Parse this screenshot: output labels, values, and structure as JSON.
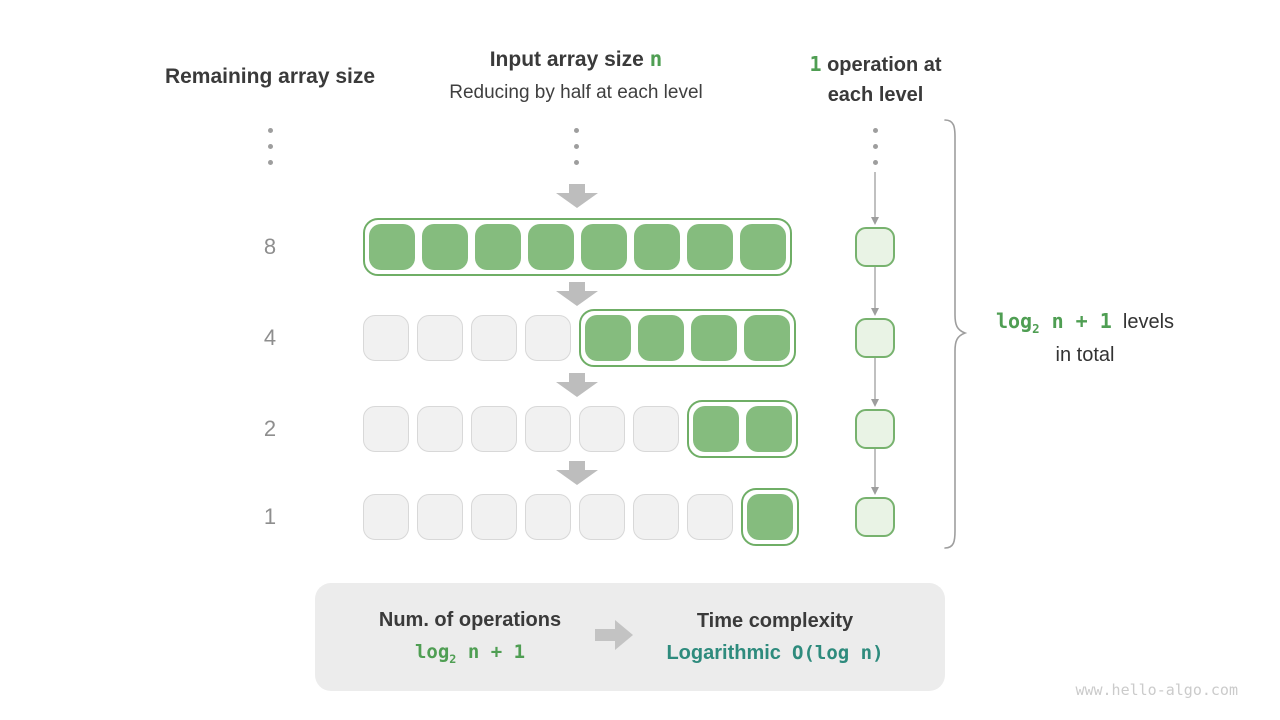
{
  "headers": {
    "left": "Remaining array size",
    "center_main": "Input array size",
    "center_accent": "n",
    "center_sub": "Reducing by half at each level",
    "right_accent": "1",
    "right_line1": "operation at",
    "right_line2": "each level"
  },
  "diagram": {
    "rows": [
      {
        "remaining": "8",
        "cells": 8,
        "green": 8
      },
      {
        "remaining": "4",
        "cells": 8,
        "green": 4
      },
      {
        "remaining": "2",
        "cells": 8,
        "green": 2
      },
      {
        "remaining": "1",
        "cells": 8,
        "green": 1
      }
    ],
    "levels": {
      "formula_fn": "log",
      "formula_sub": "2",
      "formula_rest": "n + 1",
      "label1": "levels",
      "label2": "in total"
    }
  },
  "summary": {
    "ops_title": "Num. of operations",
    "ops_fn": "log",
    "ops_sub": "2",
    "ops_rest": "n + 1",
    "tc_title": "Time complexity",
    "tc_name": "Logarithmic",
    "tc_code": "O(log n)"
  },
  "watermark": "www.hello-algo.com",
  "colors": {
    "green_fill": "#85bc7e",
    "green_border": "#6fae66",
    "green_text": "#4f9e53",
    "op_fill": "#e9f3e5",
    "op_border": "#77b26e",
    "cell_gray": "#f1f1f1",
    "teal_text": "#2e8b7d",
    "arrow_gray": "#bdbdbd",
    "box_bg": "#ececec"
  }
}
